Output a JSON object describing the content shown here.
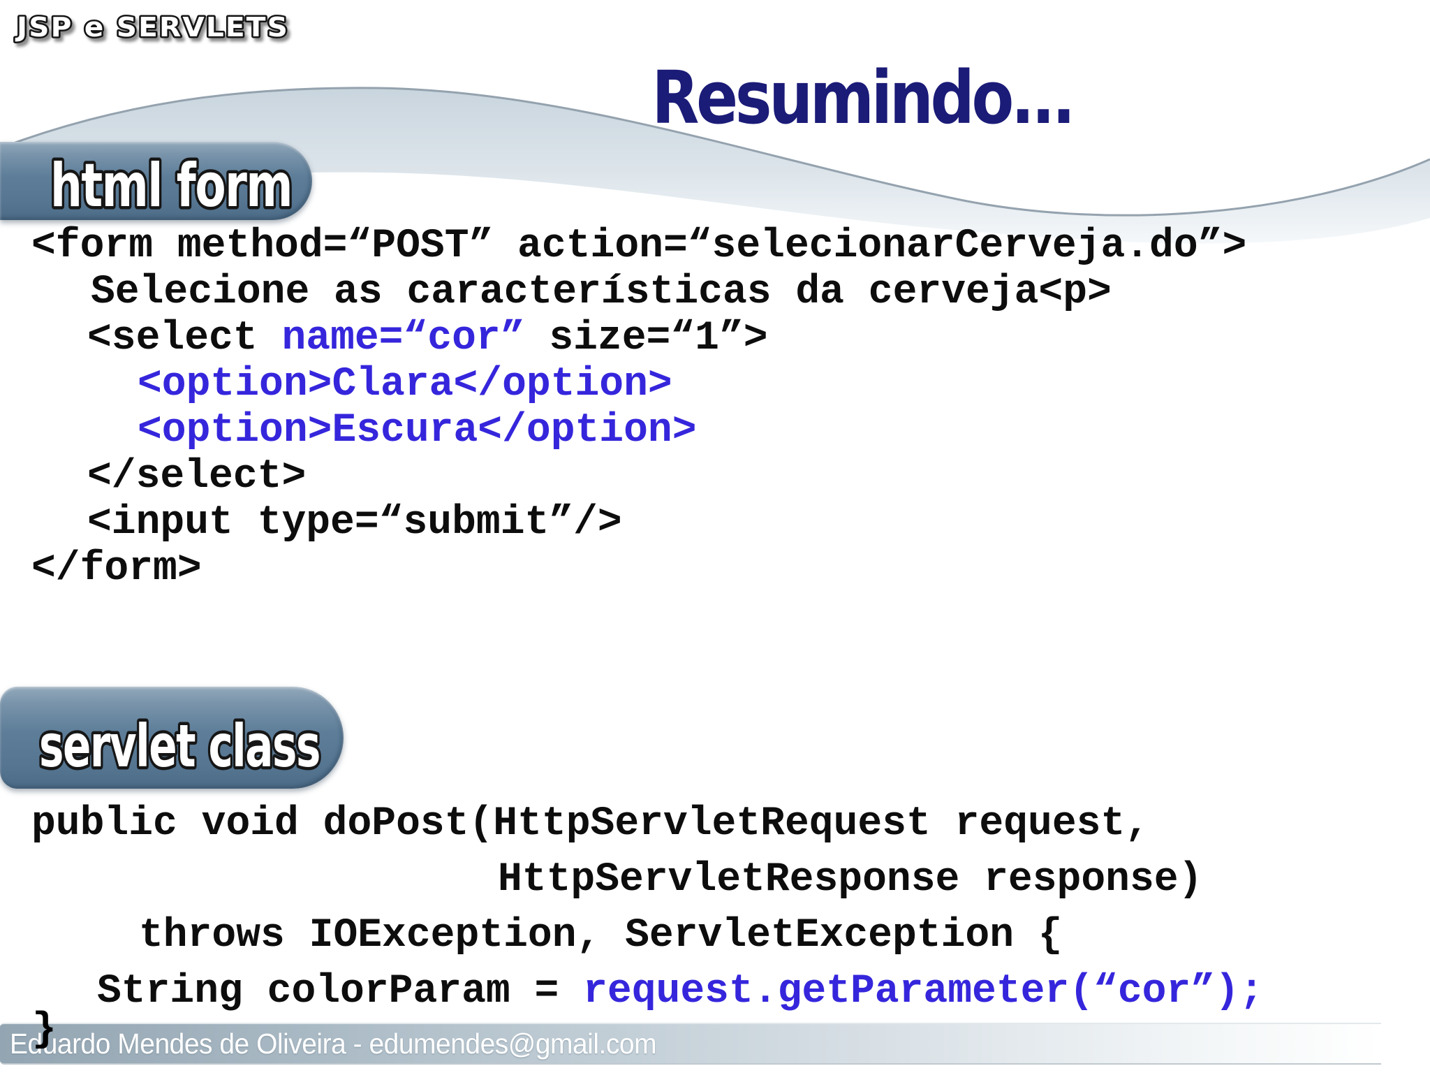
{
  "logo": {
    "text": "JSP e SERVLETS"
  },
  "title": {
    "text": "Resumindo..."
  },
  "sections": {
    "html_form": {
      "label": "html form"
    },
    "servlet_class": {
      "label": "servlet class"
    }
  },
  "code_form": {
    "lines": [
      {
        "indent": 0,
        "segments": [
          {
            "text": "<form method=“POST” action=“selecionarCerveja.do”>",
            "color": "black"
          }
        ]
      },
      {
        "indent": 85,
        "segments": [
          {
            "text": "Selecione as características da cerveja<p>",
            "color": "black"
          }
        ]
      },
      {
        "indent": 80,
        "segments": [
          {
            "text": "<select ",
            "color": "black"
          },
          {
            "text": "name=“cor”",
            "color": "blue"
          },
          {
            "text": " size=“1”>",
            "color": "black"
          }
        ]
      },
      {
        "indent": 152,
        "segments": [
          {
            "text": "<option>Clara</option>",
            "color": "blue"
          }
        ]
      },
      {
        "indent": 152,
        "segments": [
          {
            "text": "<option>Escura</option>",
            "color": "blue"
          }
        ]
      },
      {
        "indent": 80,
        "segments": [
          {
            "text": "</select>",
            "color": "black"
          }
        ]
      },
      {
        "indent": 80,
        "segments": [
          {
            "text": "<input type=“submit”/>",
            "color": "black"
          }
        ]
      },
      {
        "indent": 0,
        "segments": [
          {
            "text": "</form>",
            "color": "black"
          }
        ]
      }
    ]
  },
  "code_servlet": {
    "lines": [
      {
        "indent": 0,
        "segments": [
          {
            "text": "public void doPost(HttpServletRequest request,",
            "color": "black"
          }
        ]
      },
      {
        "indent": 668,
        "segments": [
          {
            "text": "HttpServletResponse response)",
            "color": "black"
          }
        ]
      },
      {
        "indent": 154,
        "segments": [
          {
            "text": "throws IOException, ServletException {",
            "color": "black"
          }
        ]
      },
      {
        "indent": 94,
        "segments": [
          {
            "text": "String colorParam = ",
            "color": "black"
          },
          {
            "text": "request.getParameter(“cor”);",
            "color": "blue"
          }
        ]
      }
    ],
    "closing_brace": "}"
  },
  "footer": {
    "text": "Eduardo Mendes de Oliveira - edumendes@gmail.com"
  },
  "colors": {
    "code_black": "#0d0d0d",
    "code_blue": "#3526dc",
    "title_navy": "#1b1b78",
    "badge_slate": "#5d7d98",
    "ribbon_gray": "#c9d5de",
    "footer_bar_left": "#93a5b2"
  }
}
